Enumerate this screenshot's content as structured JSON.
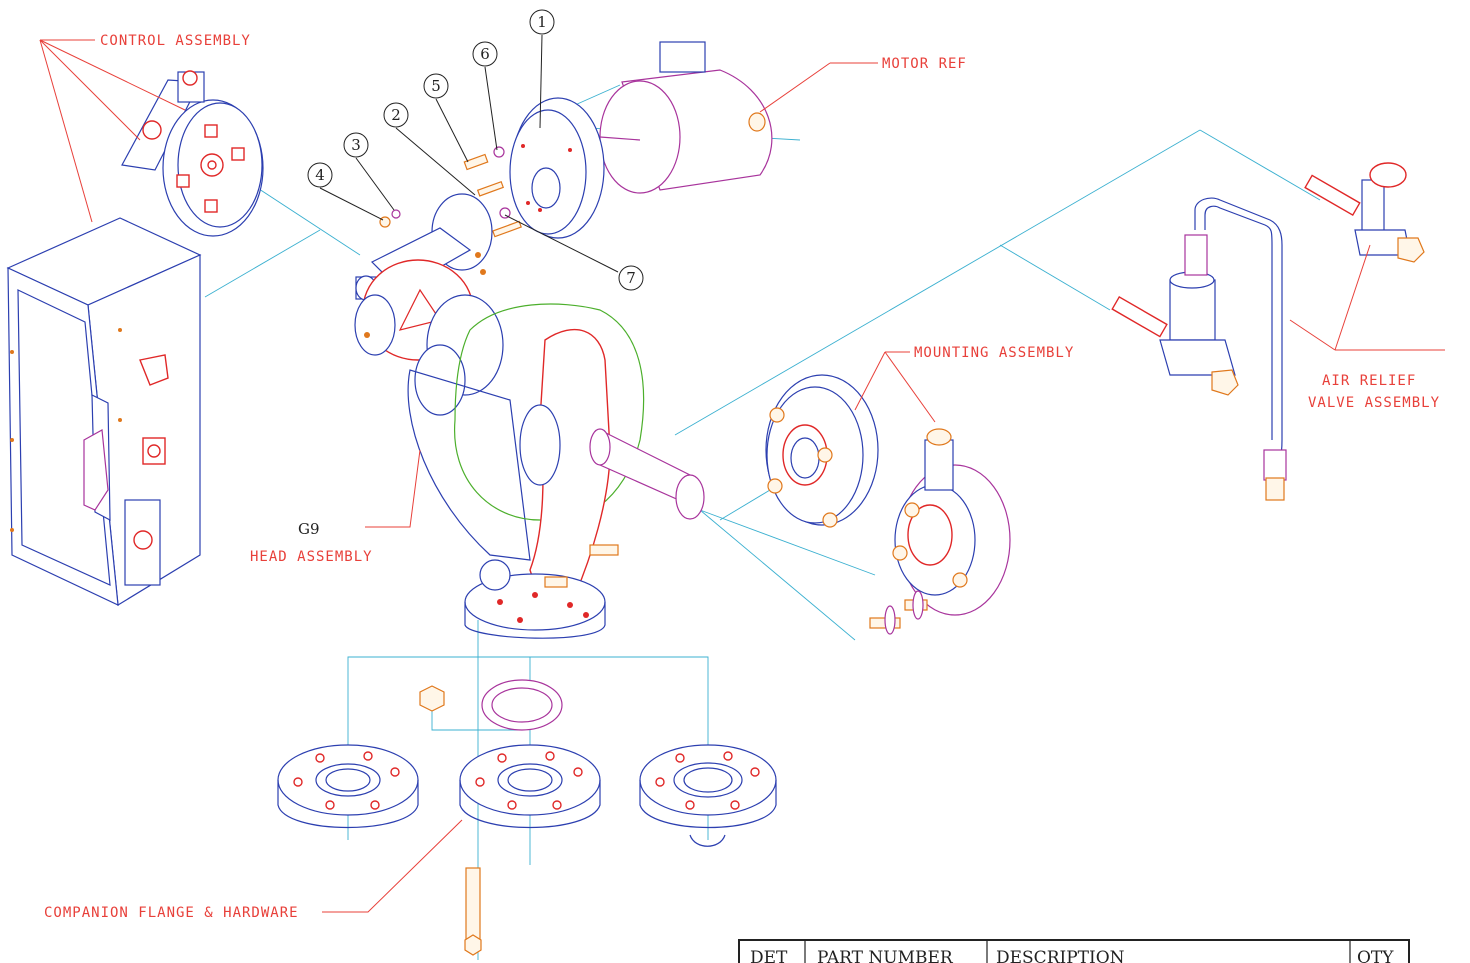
{
  "labels": {
    "control_assembly": "CONTROL ASSEMBLY",
    "motor_ref": "MOTOR REF",
    "mounting_assembly": "MOUNTING ASSEMBLY",
    "air_relief_line1": "AIR RELIEF",
    "air_relief_line2": "VALVE ASSEMBLY",
    "head_code": "G9",
    "head_assembly": "HEAD ASSEMBLY",
    "companion_flange": "COMPANION FLANGE & HARDWARE"
  },
  "balloons": [
    "1",
    "2",
    "3",
    "4",
    "5",
    "6",
    "7"
  ],
  "table": {
    "headers": [
      "DET",
      "PART NUMBER",
      "DESCRIPTION",
      "QTY"
    ]
  },
  "colors": {
    "label_red": "#e8403a",
    "outline_blue": "#2c3fb0",
    "part_red": "#e02828",
    "part_magenta": "#a8349c",
    "part_green": "#4caf2c",
    "hardware_orange": "#e0781c",
    "centerline_cyan": "#3bb0d0"
  }
}
